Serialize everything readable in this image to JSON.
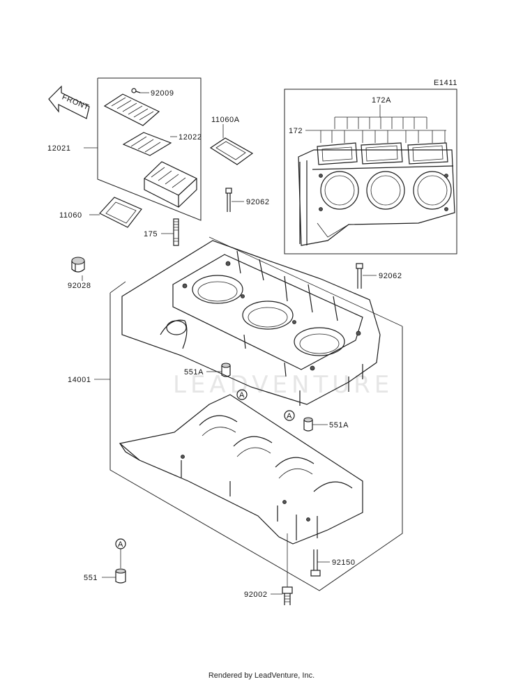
{
  "diagram": {
    "code": "E1411",
    "watermark": "LEADVENTURE",
    "front_arrow": "FRONT",
    "footer": "Rendered by LeadVenture, Inc.",
    "labels": {
      "p92009": "92009",
      "p12022": "12022",
      "p12021": "12021",
      "p11060A": "11060A",
      "p11060": "11060",
      "p92062_top": "92062",
      "p175": "175",
      "p92028": "92028",
      "p92062_right": "92062",
      "p14001": "14001",
      "p551A_left": "551A",
      "p551A_right": "551A",
      "p172A": "172A",
      "p172": "172",
      "p92150": "92150",
      "p551": "551",
      "p92002": "92002"
    },
    "ref_marks": {
      "a1": "A",
      "a2": "A",
      "a3": "A"
    }
  }
}
